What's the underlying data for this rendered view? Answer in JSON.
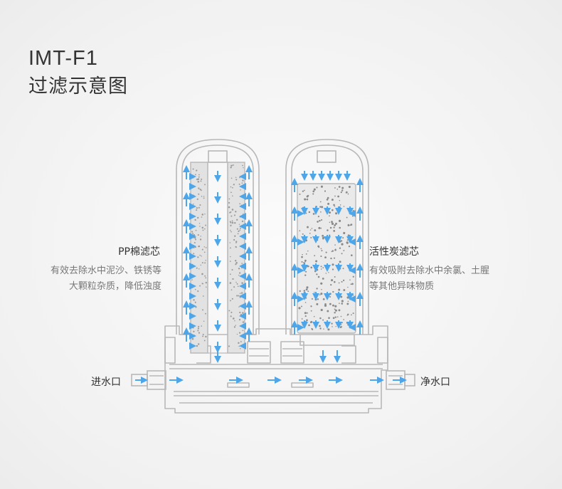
{
  "title": {
    "model": "IMT-F1",
    "subtitle": "过滤示意图"
  },
  "labels": {
    "pp": {
      "title": "PP棉滤芯",
      "line1": "有效去除水中泥沙、铁锈等",
      "line2": "大颗粒杂质，降低浊度"
    },
    "carbon": {
      "title": "活性炭滤芯",
      "line1": "有效吸附去除水中余氯、土腥",
      "line2": "等其他异味物质"
    }
  },
  "ports": {
    "inlet": "进水口",
    "outlet": "净水口"
  },
  "colors": {
    "outline": "#b8b8b8",
    "flow": "#4ea6e8",
    "background": "#f4f4f4"
  }
}
